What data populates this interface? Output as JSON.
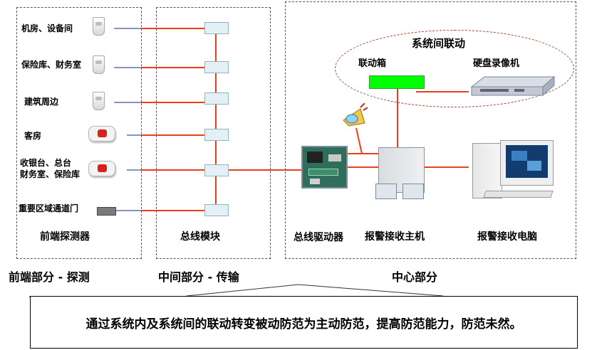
{
  "detectors": {
    "row1": "机房、设备间",
    "row2": "保险库、财务室",
    "row3": "建筑周边",
    "row4": "客房",
    "row5_line1": "收银台、总台",
    "row5_line2": "财务室、保险库",
    "row6": "重要区域通道门"
  },
  "captions": {
    "front": "前端探测器",
    "bus": "总线模块",
    "driver": "总线驱动器",
    "host": "报警接收主机",
    "pc": "报警接收电脑"
  },
  "linkage": {
    "title": "系统间联动",
    "box": "联动箱",
    "dvr": "硬盘录像机"
  },
  "sections": {
    "front": "前端部分 - 探测",
    "middle": "中间部分 - 传输",
    "center": "中心部分"
  },
  "summary": "通过系统内及系统间的联动转变被动防范为主动防范，提高防范能力，防范未然。",
  "colors": {
    "link_line": "#e8401c",
    "detector_line": "#1a237e",
    "linkage_box": "#00ff00"
  }
}
